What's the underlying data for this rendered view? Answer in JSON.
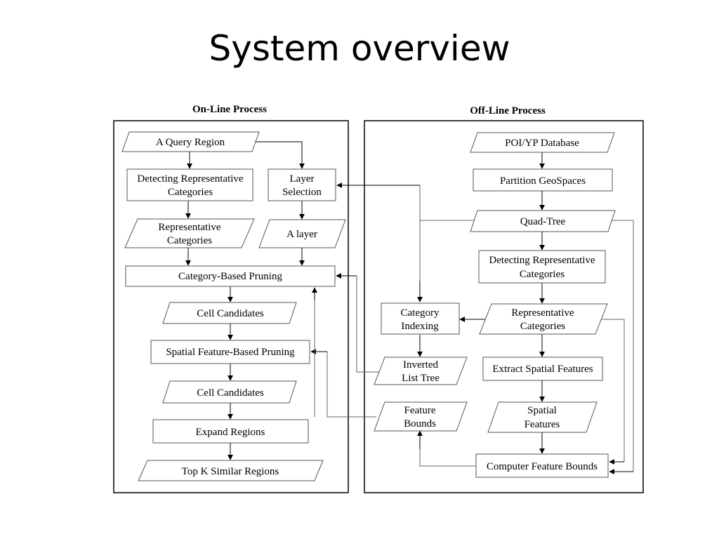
{
  "title": "System overview",
  "panels": {
    "online": "On-Line Process",
    "offline": "Off-Line Process"
  },
  "nodes": {
    "query_region": [
      "A Query Region"
    ],
    "detect_rep_cat_online": [
      "Detecting Representative",
      "Categories"
    ],
    "layer_selection": [
      "Layer",
      "Selection"
    ],
    "rep_cat_online": [
      "Representative",
      "Categories"
    ],
    "a_layer": [
      "A layer"
    ],
    "category_pruning": [
      "Category-Based Pruning"
    ],
    "cell_candidates_1": [
      "Cell Candidates"
    ],
    "spatial_pruning": [
      "Spatial Feature-Based Pruning"
    ],
    "cell_candidates_2": [
      "Cell Candidates"
    ],
    "expand_regions": [
      "Expand Regions"
    ],
    "top_k": [
      "Top K Similar Regions"
    ],
    "poi_db": [
      "POI/YP Database"
    ],
    "partition": [
      "Partition GeoSpaces"
    ],
    "quad_tree": [
      "Quad-Tree"
    ],
    "detect_rep_cat_offline": [
      "Detecting Representative",
      "Categories"
    ],
    "category_indexing": [
      "Category",
      "Indexing"
    ],
    "rep_cat_offline": [
      "Representative",
      "Categories"
    ],
    "inverted_list": [
      "Inverted",
      "List Tree"
    ],
    "extract_features": [
      "Extract Spatial Features"
    ],
    "feature_bounds": [
      "Feature",
      "Bounds"
    ],
    "spatial_features": [
      "Spatial",
      "Features"
    ],
    "compute_bounds": [
      "Computer Feature Bounds"
    ]
  }
}
